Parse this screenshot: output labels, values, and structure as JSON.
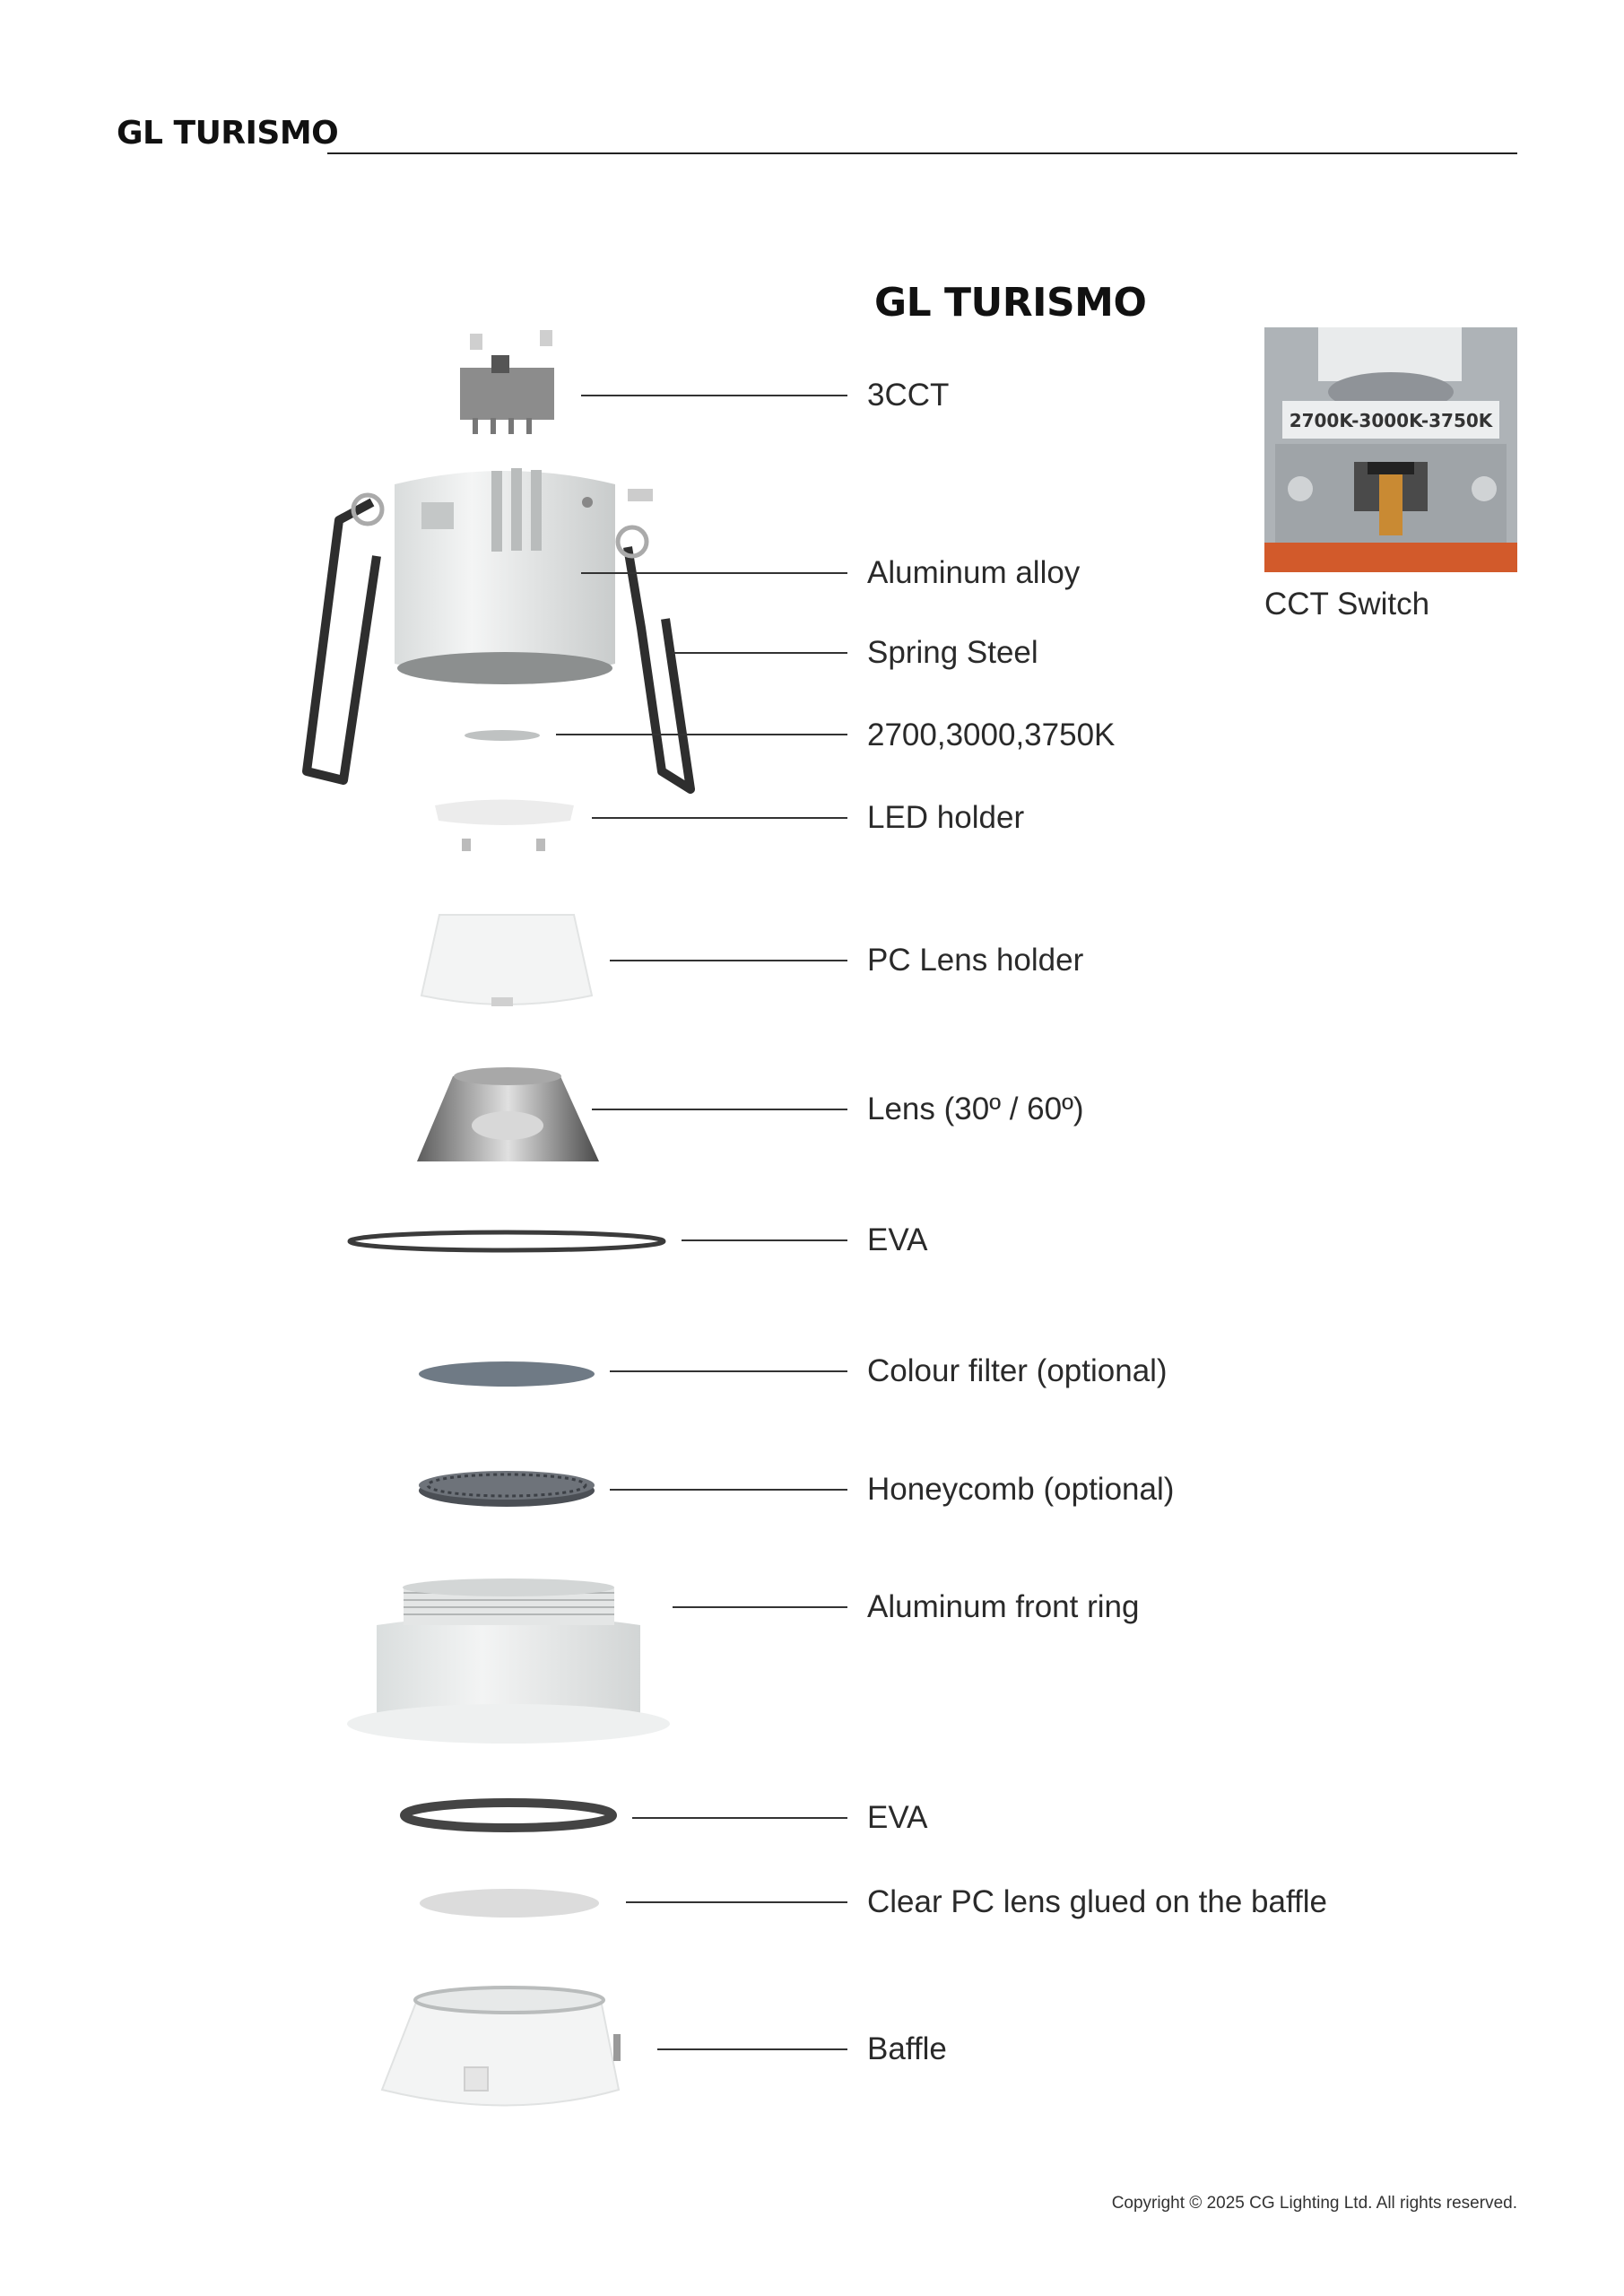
{
  "header": {
    "brand": "GL TURISMO"
  },
  "title": "GL TURISMO",
  "components": [
    {
      "label": "3CCT"
    },
    {
      "label": "Aluminum alloy"
    },
    {
      "label": "Spring Steel"
    },
    {
      "label": "2700,3000,3750K"
    },
    {
      "label": "LED holder"
    },
    {
      "label": "PC Lens holder"
    },
    {
      "label": "Lens (30º / 60º)"
    },
    {
      "label": "EVA"
    },
    {
      "label": "Colour filter (optional)"
    },
    {
      "label": "Honeycomb (optional)"
    },
    {
      "label": "Aluminum front ring"
    },
    {
      "label": "EVA"
    },
    {
      "label": "Clear PC lens glued on the baffle"
    },
    {
      "label": "Baffle"
    }
  ],
  "cct_switch": {
    "photo_text": "2700K-3000K-3750K",
    "caption": "CCT Switch"
  },
  "footer": {
    "copyright": "Copyright © 2025 CG Lighting Ltd. All rights reserved."
  }
}
